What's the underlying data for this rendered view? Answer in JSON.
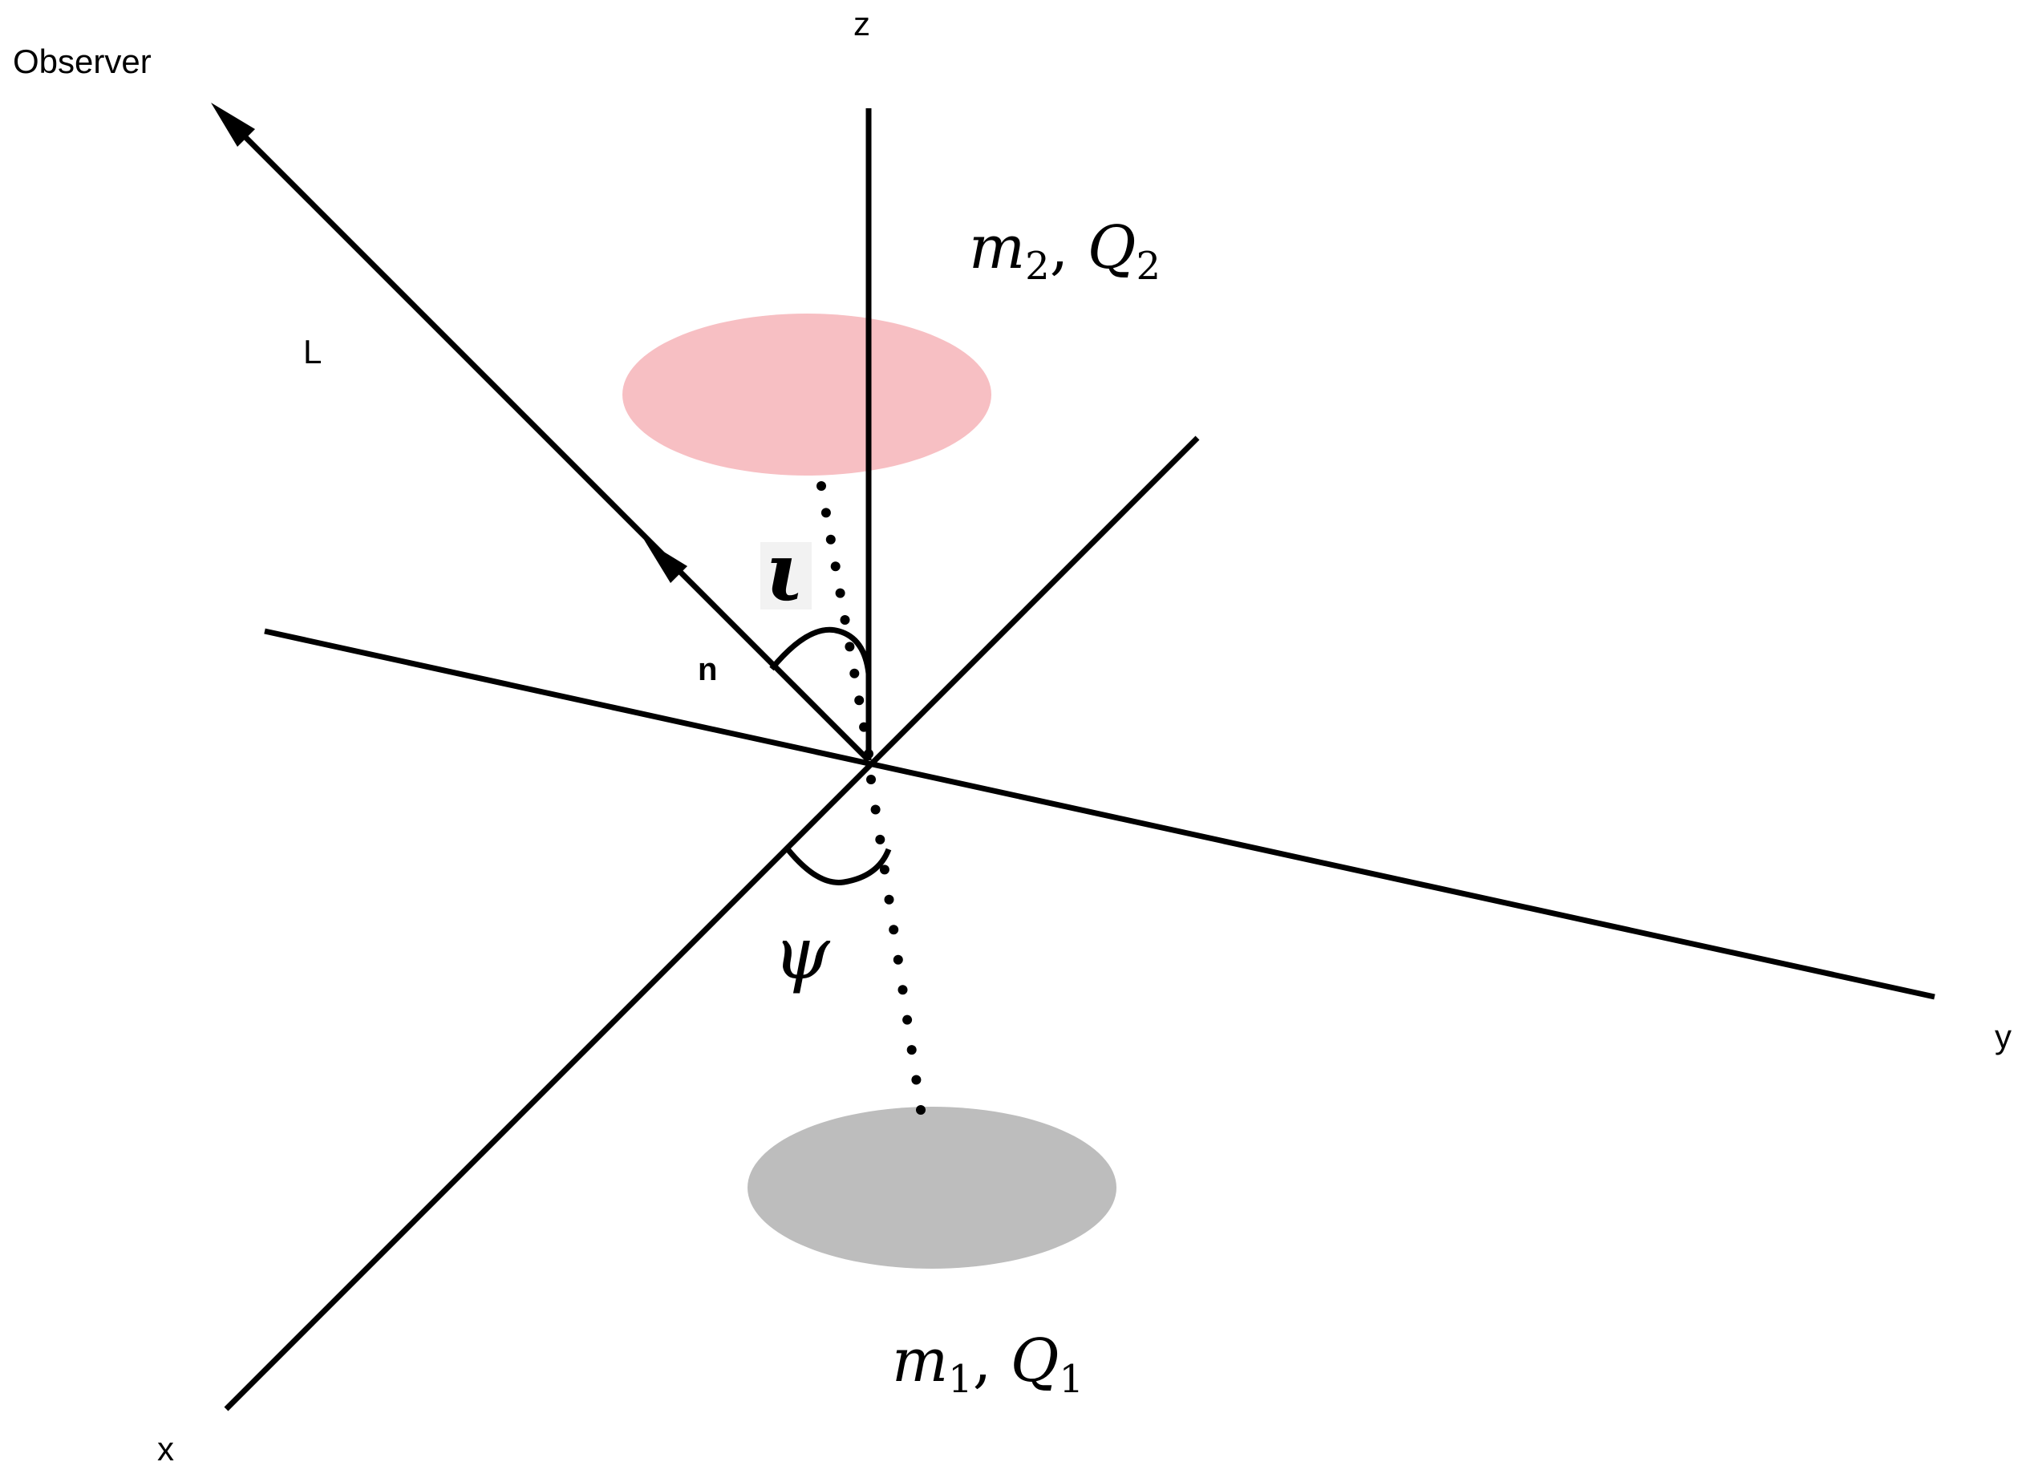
{
  "labels": {
    "observer": "Observer",
    "z_axis": "z",
    "y_axis": "y",
    "x_axis": "x",
    "L": "L",
    "n": "n",
    "iota": "ι",
    "psi": "ψ",
    "body2_m": "m",
    "body2_m_sub": "2",
    "body2_sep": ", ",
    "body2_Q": "Q",
    "body2_Q_sub": "2",
    "body1_m": "m",
    "body1_m_sub": "1",
    "body1_sep": ", ",
    "body1_Q": "Q",
    "body1_Q_sub": "1"
  },
  "colors": {
    "line": "#000000",
    "body2_fill": "#f7bfc3",
    "body1_fill": "#bdbdbd",
    "iota_highlight": "#f2f2f2",
    "background": "#ffffff"
  }
}
